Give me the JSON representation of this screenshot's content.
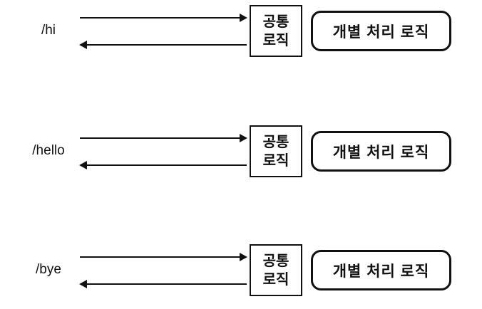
{
  "colors": {
    "background": "#ffffff",
    "stroke": "#111111"
  },
  "rows": [
    {
      "route": "/hi",
      "common_logic_line1": "공통",
      "common_logic_line2": "로직",
      "individual_logic": "개별 처리 로직"
    },
    {
      "route": "/hello",
      "common_logic_line1": "공통",
      "common_logic_line2": "로직",
      "individual_logic": "개별 처리 로직"
    },
    {
      "route": "/bye",
      "common_logic_line1": "공통",
      "common_logic_line2": "로직",
      "individual_logic": "개별 처리 로직"
    }
  ]
}
